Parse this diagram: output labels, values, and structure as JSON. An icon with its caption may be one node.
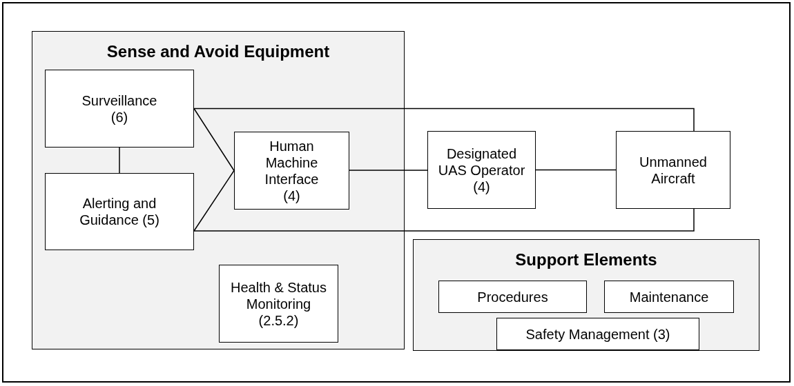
{
  "diagram": {
    "nodes": [
      {
        "text": [
          "Sense and Avoid Equipment"
        ]
      },
      {
        "text": [
          "Surveillance (6)"
        ],
        "in": 0
      },
      {
        "text": [
          "Alerting and Guidance (5)"
        ],
        "in": 0
      },
      {
        "text": [
          "Human Machine Interface (4)"
        ],
        "in": 0
      },
      {
        "text": [
          "Health & Status Monitoring (2.5.2)"
        ],
        "in": 0
      },
      {
        "text": [
          "Designated UAS Operator (4)"
        ]
      },
      {
        "text": [
          "Unmanned Aircraft"
        ]
      },
      {
        "text": [
          "Support Elements"
        ]
      },
      {
        "text": [
          "Procedures"
        ],
        "in": 7
      },
      {
        "text": [
          "Maintenance"
        ],
        "in": 7
      },
      {
        "text": [
          "Safety Management (3)"
        ],
        "in": 7
      }
    ],
    "edges": [
      {
        "from": 1,
        "to": 2,
        "arrow": "none"
      },
      {
        "from": 1,
        "to": 3,
        "arrow": "none"
      },
      {
        "from": 2,
        "to": 3,
        "arrow": "none"
      },
      {
        "from": 3,
        "to": 5,
        "arrow": "none"
      },
      {
        "from": 5,
        "to": 6,
        "arrow": "none"
      },
      {
        "from": 1,
        "to": 6,
        "arrow": "none"
      },
      {
        "from": 2,
        "to": 6,
        "arrow": "none"
      }
    ]
  }
}
